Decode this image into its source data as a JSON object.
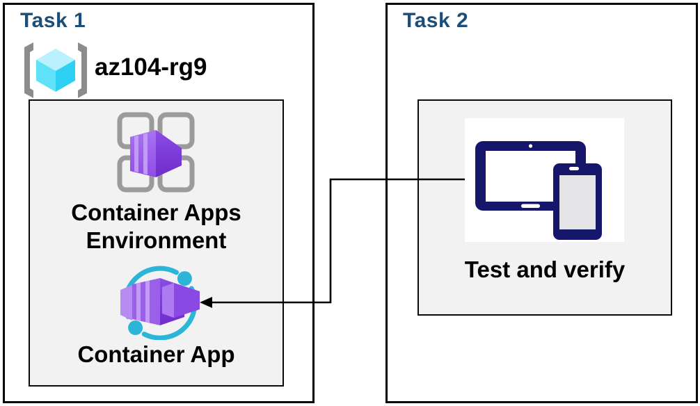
{
  "diagram": {
    "task1": {
      "title": "Task 1",
      "resource_group_label": "az104-rg9",
      "environment_label": "Container Apps Environment",
      "app_label": "Container App"
    },
    "task2": {
      "title": "Task 2",
      "test_label": "Test and verify"
    },
    "connector": {
      "from": "Test and verify (Task 2)",
      "to": "Container App (Task 1)",
      "style": "elbow-arrow"
    },
    "icons": {
      "resource_group": "resource-group-icon",
      "environment": "container-apps-environment-icon",
      "app": "container-app-icon",
      "test": "devices-icon"
    },
    "colors": {
      "title_blue": "#1B4E79",
      "box_border": "#000000",
      "inner_box_bg": "#F2F2F2",
      "ring_cyan": "#2BB6D9",
      "purple_main": "#9B5FEA",
      "purple_dark": "#6F2CC8",
      "purple_light_stripe": "#C19BF5",
      "grid_gray": "#9B9B9B",
      "bracket_gray": "#8C8C8C",
      "cube_cyan": "#2ED1F3",
      "device_navy": "#16166B",
      "phone_screen": "#E4E4E6"
    }
  }
}
